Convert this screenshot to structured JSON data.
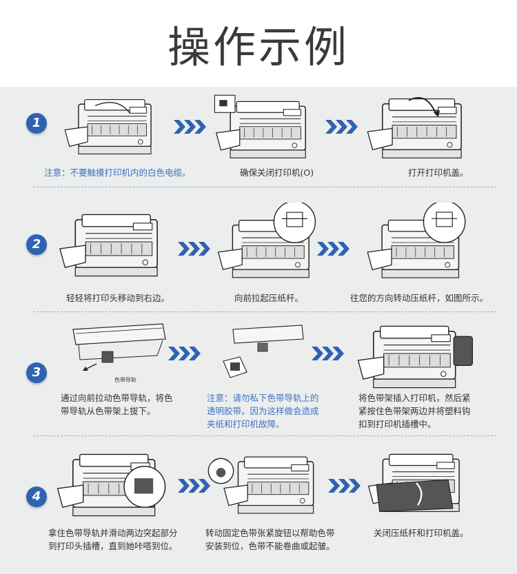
{
  "title": "操作示例",
  "colors": {
    "accent": "#2f62b0",
    "note": "#3b72c0",
    "panel": "#eceded"
  },
  "steps": [
    {
      "number": "1",
      "captions": [
        "注意：不要触摸打印机内的白色电缆。",
        "确保关闭打印机(O)",
        "打开打印机盖。"
      ]
    },
    {
      "number": "2",
      "captions": [
        "轻轻将打印头移动到右边。",
        "向前拉起压纸杆。",
        "往您的方向转动压纸杆，如图所示。"
      ]
    },
    {
      "number": "3",
      "captions": [
        "通过向前拉动色带导轨，将色带导轨从色带架上拔下。",
        "注意：请勿私下色带导轨上的透明胶带。因为这样做会造成夹纸和打印机故障。",
        "将色带架插入打印机，然后紧紧按住色带架两边并将塑料钩扣到打印机插槽中。"
      ],
      "ribbon_label": "色带导轨"
    },
    {
      "number": "4",
      "captions": [
        "拿住色带导轨并滑动两边突起部分到打印头插槽，直到她咔嗒到位。",
        "转动固定色带张紧旋钮以帮助色带安装到位，色带不能卷曲或起皱。",
        "关闭压纸杆和打印机盖。"
      ]
    }
  ]
}
